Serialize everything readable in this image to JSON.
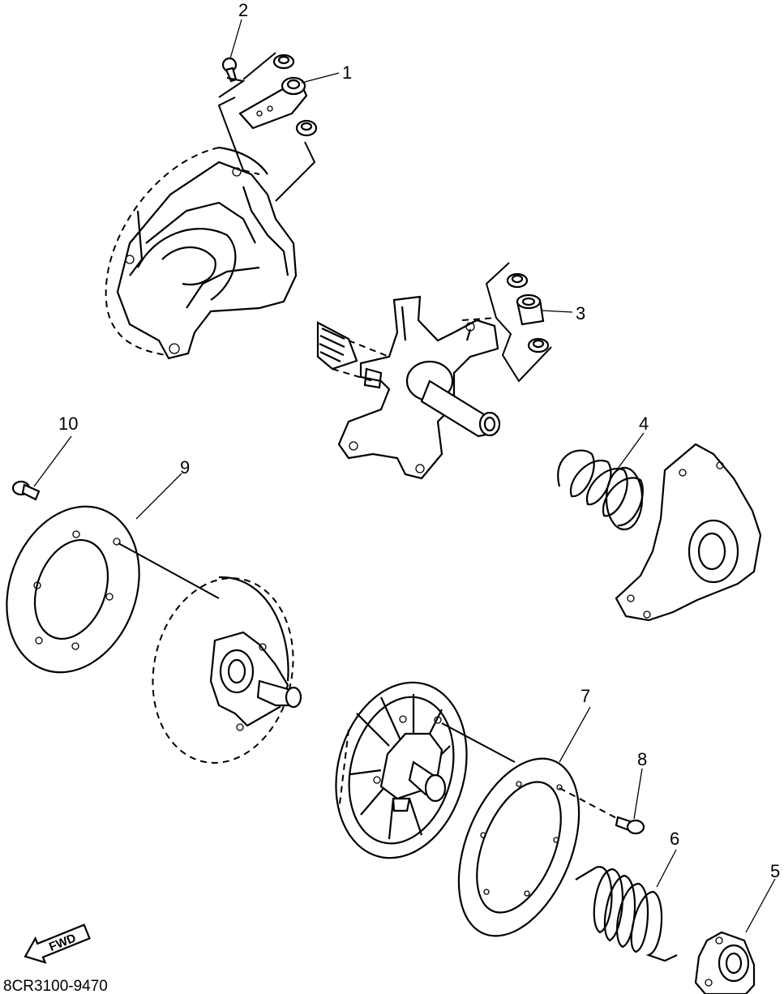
{
  "diagram": {
    "code": "8CR3100-9470",
    "fwd_label": "FWD",
    "callouts": [
      {
        "id": "c1",
        "label": "1"
      },
      {
        "id": "c2",
        "label": "2"
      },
      {
        "id": "c3",
        "label": "3"
      },
      {
        "id": "c4",
        "label": "4"
      },
      {
        "id": "c5",
        "label": "5"
      },
      {
        "id": "c6",
        "label": "6"
      },
      {
        "id": "c7",
        "label": "7"
      },
      {
        "id": "c8",
        "label": "8"
      },
      {
        "id": "c9",
        "label": "9"
      },
      {
        "id": "c10",
        "label": "10"
      }
    ]
  }
}
